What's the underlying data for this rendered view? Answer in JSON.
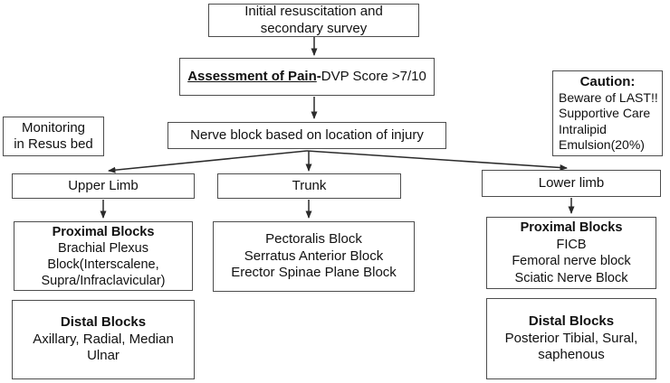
{
  "flowchart": {
    "initial_box": {
      "lines": [
        "Initial resuscitation and",
        "secondary survey"
      ]
    },
    "assessment_box": {
      "emphasis": "Assessment of Pain",
      "dash": "-",
      "rest": " DVP Score >7/10"
    },
    "monitoring_box": {
      "lines": [
        "Monitoring",
        "in Resus bed"
      ]
    },
    "caution_box": {
      "title": "Caution:",
      "lines": [
        "Beware of LAST!!",
        "Supportive Care",
        "Intralipid",
        "Emulsion(20%)"
      ]
    },
    "nerve_block_box": {
      "label": "Nerve block based on location of injury"
    },
    "branches": {
      "upper_limb": {
        "label": "Upper Limb",
        "proximal": {
          "title": "Proximal Blocks",
          "lines": [
            "Brachial Plexus",
            "Block(Interscalene,",
            "Supra/Infraclavicular)"
          ]
        },
        "distal": {
          "title": "Distal Blocks",
          "lines": [
            "Axillary, Radial, Median",
            "Ulnar"
          ]
        }
      },
      "trunk": {
        "label": "Trunk",
        "blocks": {
          "lines": [
            "Pectoralis Block",
            "Serratus Anterior Block",
            "Erector Spinae Plane Block"
          ]
        }
      },
      "lower_limb": {
        "label": "Lower limb",
        "proximal": {
          "title": "Proximal Blocks",
          "lines": [
            "FICB",
            "Femoral nerve block",
            "Sciatic Nerve Block"
          ]
        },
        "distal": {
          "title": "Distal Blocks",
          "lines": [
            "Posterior Tibial, Sural,",
            "saphenous"
          ]
        }
      }
    }
  },
  "colors": {
    "background": "#ffffff",
    "box_border": "#4d4d4d",
    "text": "#111111",
    "arrow": "#2b2b2b"
  }
}
